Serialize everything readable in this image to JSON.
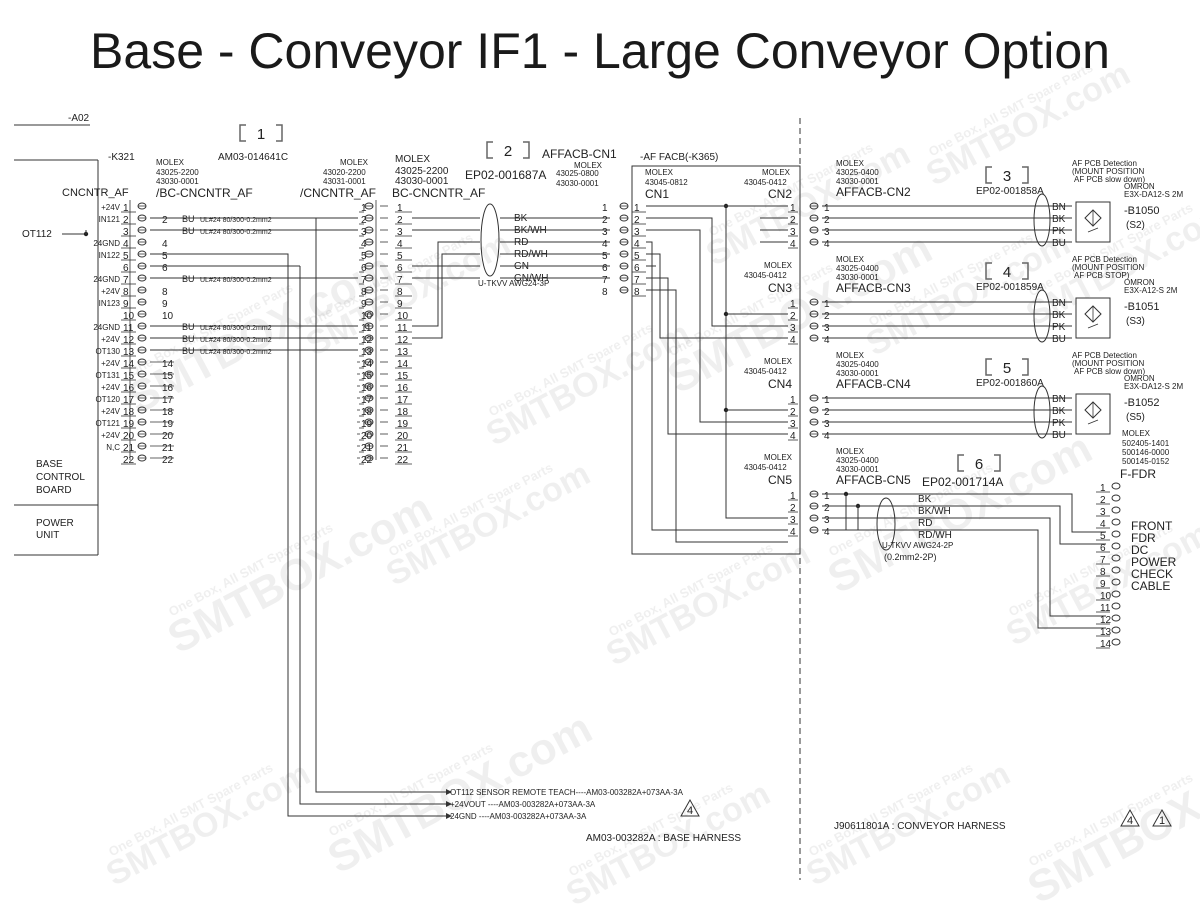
{
  "title": "Base - Conveyor IF1 - Large Conveyor Option",
  "watermark": {
    "brand": "SMTBOX.com",
    "sub": "One Box, All SMT Spare Parts"
  },
  "top": {
    "a02": "-A02",
    "k321": "-K321",
    "ot112": "OT112"
  },
  "base_board": {
    "connector": "CNCNTR_AF",
    "label_lines": [
      "BASE",
      "CONTROL",
      "BOARD"
    ],
    "power_lines": [
      "POWER",
      "UNIT"
    ],
    "signals": [
      "+24V",
      "IN121",
      "",
      "24GND",
      "IN122",
      "",
      "24GND",
      "+24V",
      "IN123",
      "",
      "24GND",
      "+24V",
      "OT130",
      "+24V",
      "OT131",
      "+24V",
      "OT120",
      "+24V",
      "OT121",
      "+24V",
      "N,C",
      ""
    ]
  },
  "pin_numbers": [
    "1",
    "2",
    "3",
    "4",
    "5",
    "6",
    "7",
    "8",
    "9",
    "10",
    "11",
    "12",
    "13",
    "14",
    "15",
    "16",
    "17",
    "18",
    "19",
    "20",
    "21",
    "22"
  ],
  "callouts": [
    "1",
    "2",
    "3",
    "4",
    "5",
    "6"
  ],
  "molex_left": {
    "maker": "MOLEX",
    "p1": "43025-2200",
    "p2": "43030-0001",
    "name": "/BC-CNCNTR_AF"
  },
  "molex_mid": {
    "maker": "MOLEX",
    "p1": "43020-2200",
    "p2": "43031-0001",
    "name": "/CNCNTR_AF"
  },
  "molex_right": {
    "maker": "MOLEX",
    "p1": "43025-2200",
    "p2": "43030-0001",
    "name": "BC-CNCNTR_AF"
  },
  "am03_part": "AM03-014641C",
  "wire_spec": "UL#24 80/300-0.2mm2",
  "wire_color_bu": "BU",
  "cable1": {
    "part": "EP02-001687A",
    "connector": "AFFACB-CN1",
    "maker": "MOLEX",
    "p1": "43025-0800",
    "p2": "43030-0001",
    "colors": [
      "BK",
      "BK/WH",
      "RD",
      "RD/WH",
      "GN",
      "GN/WH"
    ],
    "type": "U-TKVV AWG24-3P"
  },
  "facb": {
    "label": "-AF FACB(-K365)",
    "cn1_maker": "MOLEX",
    "cn1_p": "43045-0812",
    "cn1": "CN1",
    "cn2_maker": "MOLEX",
    "cn2_p": "43045-0412",
    "cn2": "CN2"
  },
  "sub_cn": [
    {
      "maker": "MOLEX",
      "p": "43045-0412",
      "name": "CN3"
    },
    {
      "maker": "MOLEX",
      "p": "43045-0412",
      "name": "CN4"
    },
    {
      "maker": "MOLEX",
      "p": "43045-0412",
      "name": "CN5"
    }
  ],
  "aff": [
    {
      "maker": "MOLEX",
      "p1": "43025-0400",
      "p2": "43030-0001",
      "name": "AFFACB-CN2",
      "part": "EP02-001858A"
    },
    {
      "maker": "MOLEX",
      "p1": "43025-0400",
      "p2": "43030-0001",
      "name": "AFFACB-CN3",
      "part": "EP02-001859A"
    },
    {
      "maker": "MOLEX",
      "p1": "43025-0400",
      "p2": "43030-0001",
      "name": "AFFACB-CN4",
      "part": "EP02-001860A"
    },
    {
      "maker": "MOLEX",
      "p1": "43025-0400",
      "p2": "43030-0001",
      "name": "AFFACB-CN5",
      "part": "EP02-001714A"
    }
  ],
  "sensor_wires": [
    "BN",
    "BK",
    "PK",
    "BU"
  ],
  "sensors": [
    {
      "d1": "AF PCB Detection",
      "d2": "(MOUNT POSITION",
      "d3": "AF PCB slow down)",
      "maker": "OMRON",
      "model": "E3X-DA12-S 2M",
      "id": "-B1050",
      "sub": "(S2)"
    },
    {
      "d1": "AF PCB Detection",
      "d2": "(MOUNT POSITION",
      "d3": "AF PCB STOP)",
      "maker": "OMRON",
      "model": "E3X-A12-S 2M",
      "id": "-B1051",
      "sub": "(S3)"
    },
    {
      "d1": "AF PCB Detection",
      "d2": "(MOUNT POSITION",
      "d3": "AF PCB slow down)",
      "maker": "OMRON",
      "model": "E3X-DA12-S 2M",
      "id": "-B1052",
      "sub": "(S5)"
    }
  ],
  "cn5_cable": {
    "colors": [
      "BK",
      "BK/WH",
      "RD",
      "RD/WH"
    ],
    "type": "U-TKVV AWG24-2P",
    "size": "(0.2mm2-2P)"
  },
  "ffdr": {
    "maker": "MOLEX",
    "p1": "502405-1401",
    "p2": "500146-0000",
    "p3": "500145-0152",
    "name": "F-FDR",
    "desc": [
      "FRONT",
      "FDR",
      "DC",
      "POWER",
      "CHECK",
      "CABLE"
    ]
  },
  "bottom_lines": [
    "OT112 SENSOR REMOTE TEACH----AM03-003282A+073AA-3A",
    "+24VOUT  ----AM03-003282A+073AA-3A",
    "24GND    ----AM03-003282A+073AA-3A"
  ],
  "base_harness": "AM03-003282A : BASE HARNESS",
  "conveyor_harness": "J90611801A : CONVEYOR HARNESS",
  "revisions": [
    "4",
    "1"
  ]
}
